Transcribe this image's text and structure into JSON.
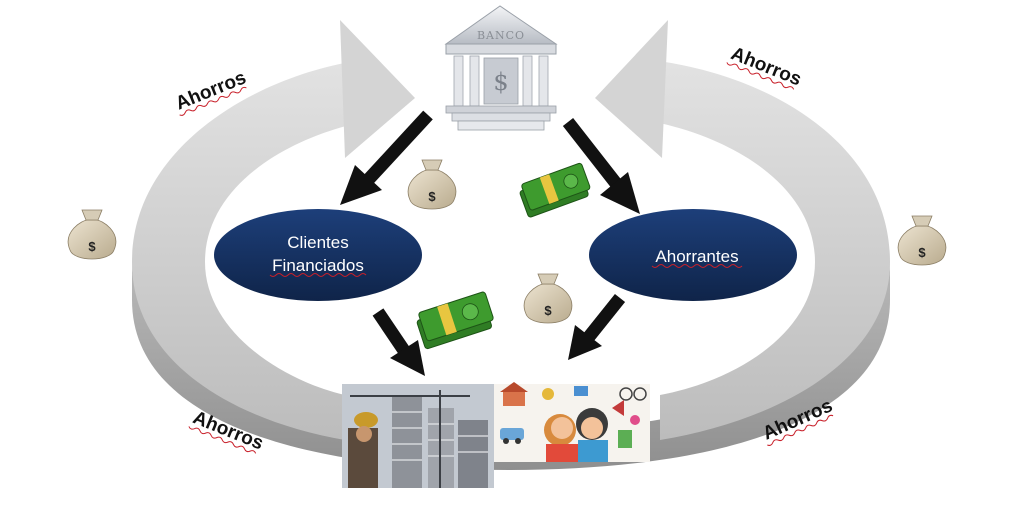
{
  "ring_labels": {
    "top_left": "Ahorros",
    "top_right": "Ahorros",
    "bottom_left": "Ahorros",
    "bottom_right": "Ahorros"
  },
  "bank": {
    "sign": "BANCO",
    "symbol": "$"
  },
  "nodes": {
    "left_line1": "Clientes",
    "left_line2": "Financiados",
    "right": "Ahorrantes"
  },
  "money_bag_symbol": "$",
  "colors": {
    "ring": "#c9c9c9",
    "ring_shadow": "#a7a7a7",
    "node": "#15305f",
    "node_text": "#ffffff",
    "arrow": "#111111",
    "cash": "#3e9b2e"
  }
}
